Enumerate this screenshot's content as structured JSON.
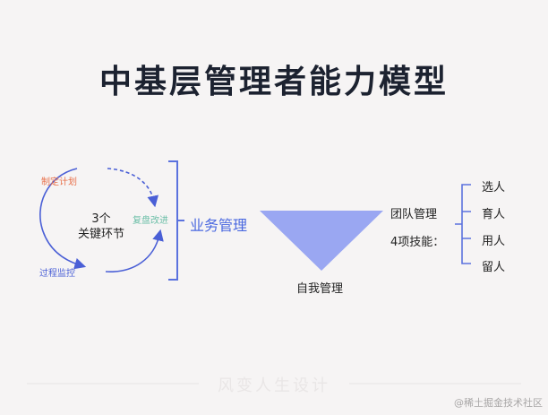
{
  "title": "中基层管理者能力模型",
  "cycle": {
    "center_line1": "3个",
    "center_line2": "关键环节",
    "plan": "制定计划",
    "review": "复盘改进",
    "monitor": "过程监控"
  },
  "business_management": "业务管理",
  "self_management": "自我管理",
  "team_management": "团队管理",
  "skills_label": "4项技能：",
  "skills": [
    "选人",
    "育人",
    "用人",
    "留人"
  ],
  "footer_text": "风变人生设计",
  "watermark": "@稀土掘金技术社区",
  "colors": {
    "title": "#1c2230",
    "plan": "#e8704a",
    "review": "#6dbfa8",
    "monitor": "#4a5fd6",
    "business": "#4a68e0",
    "funnel": "#9aa7f2",
    "bracket": "#5b72de",
    "background": "#f6f4f4"
  }
}
